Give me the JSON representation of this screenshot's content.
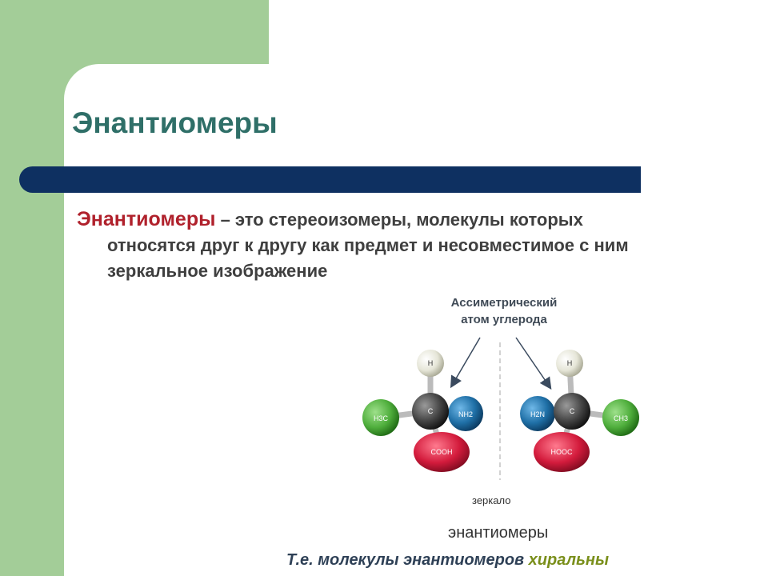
{
  "slide": {
    "title": "Энантиомеры",
    "definition": {
      "term": "Энантиомеры",
      "line1_rest": " – это стереоизомеры, молекулы которых",
      "line2": "относятся друг к другу как предмет и несовместимое с ним",
      "line3": "зеркальное изображение"
    },
    "annotation_line1": "Ассиметрический",
    "annotation_line2": "атом углерода",
    "mirror_label": "зеркало",
    "enantiomers_label": "энантиомеры",
    "conclusion_part1": "Т.е. молекулы энантиомеров ",
    "conclusion_part2": "хиральны"
  },
  "molecule_left": {
    "h": "H",
    "c": "C",
    "ch3": "H3C",
    "nh2": "NH2",
    "cooh": "COOH"
  },
  "molecule_right": {
    "h": "H",
    "c": "C",
    "ch3": "CH3",
    "nh2": "H2N",
    "cooh": "HOOC"
  },
  "colors": {
    "green_bg": "#a3cd98",
    "title": "#2f6f68",
    "bar": "#0e3061",
    "term": "#b0212c",
    "highlight": "#7a8f1b",
    "atom_green": "#4fae3c",
    "atom_blue": "#1f6fa6",
    "atom_red": "#d31b3c",
    "atom_dark": "#444444",
    "atom_white": "#e6e6d8"
  }
}
